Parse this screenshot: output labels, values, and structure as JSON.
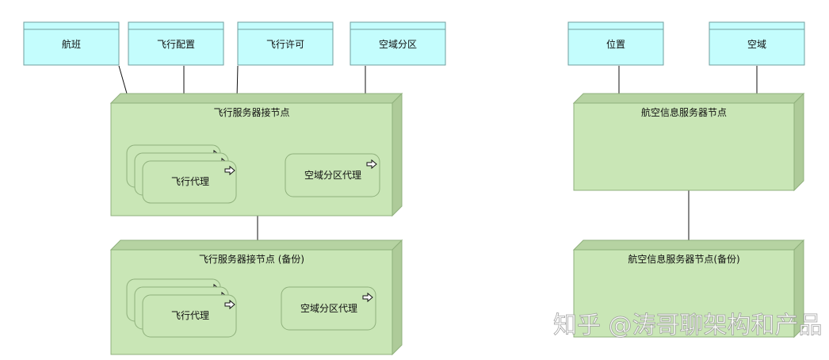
{
  "entities": [
    "航班",
    "飞行配置",
    "飞行许可",
    "空域分区",
    "位置",
    "空域"
  ],
  "nodes": {
    "flight_server": "飞行服务器接节点",
    "flight_server_backup": "飞行服务器接节点  (备份)",
    "aero_info_server": "航空信息服务器节点",
    "aero_info_server_backup": "航空信息服务器节点(备份)"
  },
  "agents": {
    "flight_agent": "飞行代理",
    "airspace_agent": "空域分区代理"
  },
  "icons": {
    "agent_icon": "right-arrow-outline"
  },
  "watermark": "知乎 @涛哥聊架构和产品",
  "colors": {
    "node": "#c9e6b6",
    "entity": "#c4fdfd"
  }
}
